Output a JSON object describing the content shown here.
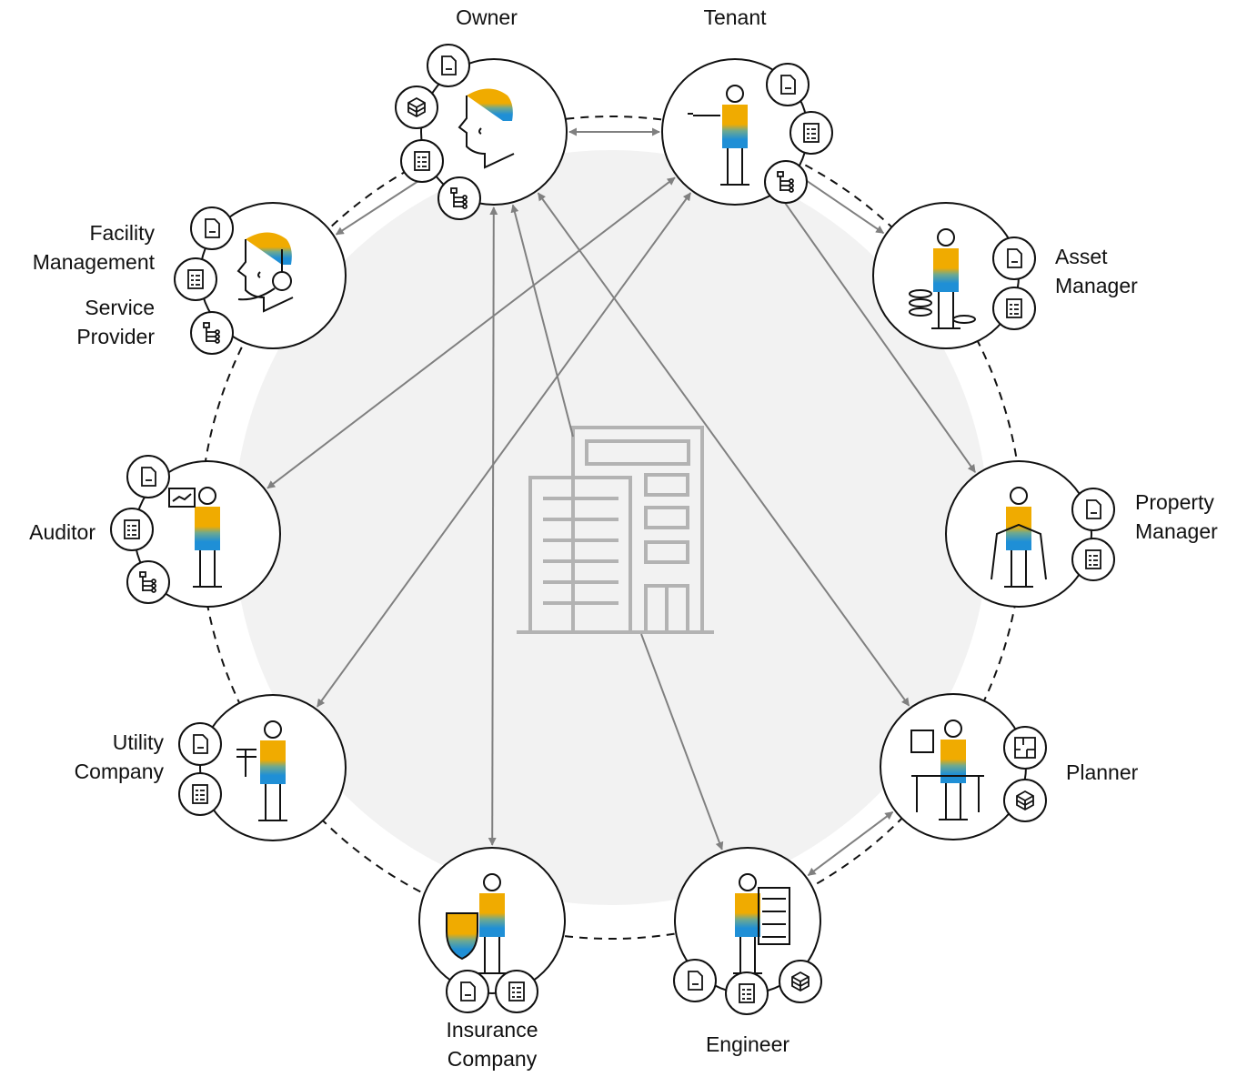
{
  "colors": {
    "ring": "#111111",
    "arrow": "#808080",
    "background_disc": "#f2f2f2",
    "building": "#b3b3b3",
    "figure_orange": "#f0ab00",
    "figure_blue": "#1f8fd6",
    "figure_teal": "#4f9f8a"
  },
  "center": {
    "icon": "building-icon"
  },
  "roles": [
    {
      "id": "owner",
      "label": [
        "Owner"
      ],
      "figure": "person-headset-free-head-icon",
      "badges": [
        "document-icon",
        "cube-icon",
        "checklist-icon",
        "hierarchy-icon"
      ]
    },
    {
      "id": "tenant",
      "label": [
        "Tenant"
      ],
      "figure": "person-with-key-and-briefcase-icon",
      "badges": [
        "document-icon",
        "checklist-icon",
        "hierarchy-icon"
      ]
    },
    {
      "id": "asset-manager",
      "label": [
        "Asset",
        "Manager"
      ],
      "figure": "person-with-coins-icon",
      "badges": [
        "document-icon",
        "checklist-icon"
      ]
    },
    {
      "id": "property-manager",
      "label": [
        "Property",
        "Manager"
      ],
      "figure": "businessman-icon",
      "badges": [
        "document-icon",
        "checklist-icon"
      ]
    },
    {
      "id": "planner",
      "label": [
        "Planner"
      ],
      "figure": "person-at-desk-icon",
      "badges": [
        "floorplan-icon",
        "cube-icon"
      ]
    },
    {
      "id": "engineer",
      "label": [
        "Engineer"
      ],
      "figure": "kneeling-worker-icon",
      "badges": [
        "document-icon",
        "checklist-icon",
        "cube-icon"
      ]
    },
    {
      "id": "insurance-company",
      "label": [
        "Insurance",
        "Company"
      ],
      "figure": "person-with-shield-icon",
      "badges": [
        "document-icon",
        "checklist-icon"
      ]
    },
    {
      "id": "utility-company",
      "label": [
        "Utility",
        "Company"
      ],
      "figure": "worker-with-hardhat-icon",
      "badges": [
        "document-icon",
        "checklist-icon"
      ]
    },
    {
      "id": "auditor",
      "label": [
        "Auditor"
      ],
      "figure": "person-presenting-chart-icon",
      "badges": [
        "document-icon",
        "checklist-icon",
        "hierarchy-icon"
      ]
    },
    {
      "id": "facility-management",
      "label": [
        "Facility",
        "Management",
        "Service",
        "Provider"
      ],
      "figure": "person-with-headset-icon",
      "badges": [
        "document-icon",
        "checklist-icon",
        "hierarchy-icon"
      ]
    }
  ],
  "connections": [
    {
      "from": "owner",
      "to": "facility-management",
      "style": "single"
    },
    {
      "from": "owner",
      "to": "tenant",
      "style": "double"
    },
    {
      "from": "owner",
      "to": "insurance-company",
      "style": "double"
    },
    {
      "from": "owner",
      "to": "planner",
      "style": "double"
    },
    {
      "from": "building",
      "to": "owner",
      "style": "single"
    },
    {
      "from": "building",
      "to": "engineer",
      "style": "single"
    },
    {
      "from": "tenant",
      "to": "asset-manager",
      "style": "double"
    },
    {
      "from": "tenant",
      "to": "property-manager",
      "style": "double"
    },
    {
      "from": "tenant",
      "to": "auditor",
      "style": "double"
    },
    {
      "from": "tenant",
      "to": "utility-company",
      "style": "double"
    },
    {
      "from": "planner",
      "to": "engineer",
      "style": "double"
    }
  ]
}
